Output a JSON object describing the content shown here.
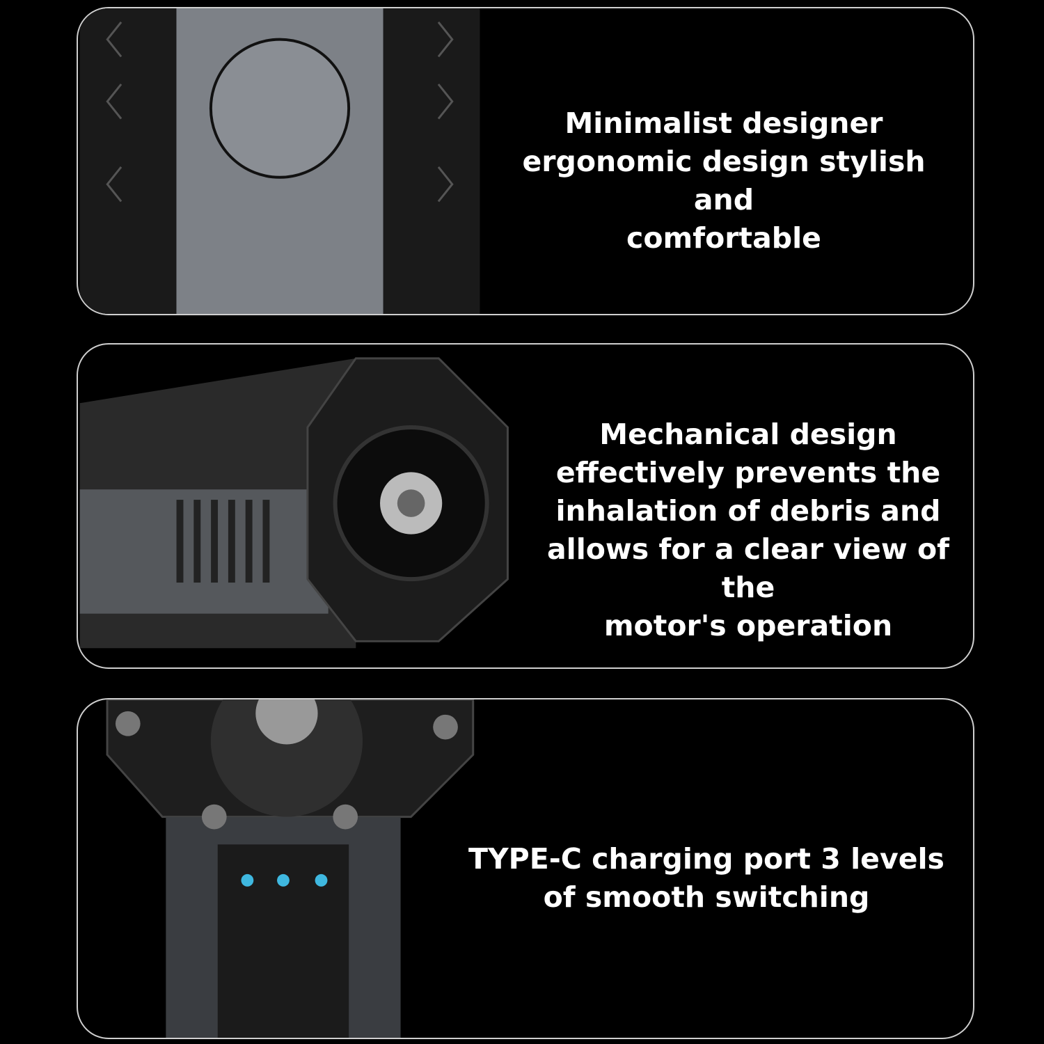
{
  "panels": [
    {
      "caption_lines": [
        "Minimalist designer",
        "ergonomic design stylish and",
        "comfortable"
      ]
    },
    {
      "caption_lines": [
        "Mechanical design",
        "effectively prevents the",
        "inhalation of debris and",
        "allows for a clear view of the",
        "motor's operation"
      ]
    },
    {
      "caption_lines": [
        "TYPE-C charging port 3 levels",
        "of smooth switching"
      ]
    }
  ],
  "colors": {
    "indicator": "#3fb8e0",
    "border": "#cfcfcf"
  }
}
